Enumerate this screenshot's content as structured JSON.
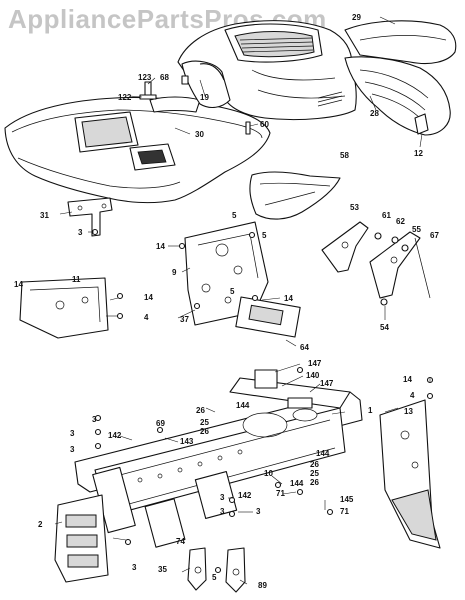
{
  "watermark": "AppliancePartsPros.com",
  "callouts": {
    "c29": "29",
    "c123": "123",
    "c68": "68",
    "c122": "122",
    "c19": "19",
    "c28": "28",
    "c30": "30",
    "c60": "60",
    "c12": "12",
    "c58": "58",
    "c31": "31",
    "c3a": "3",
    "c53": "53",
    "c61": "61",
    "c62": "62",
    "c55": "55",
    "c67": "67",
    "c5a": "5",
    "c5b": "5",
    "c14a": "14",
    "c9": "9",
    "c11": "11",
    "c14b": "14",
    "c14c": "14",
    "c4a": "4",
    "c37": "37",
    "c14d": "14",
    "c5c": "5",
    "c54": "54",
    "c64": "64",
    "c147a": "147",
    "c140": "140",
    "c147b": "147",
    "c14e": "14",
    "c4b": "4",
    "c144a": "144",
    "c26a": "26",
    "c25a": "25",
    "c26b": "26",
    "c1": "1",
    "c13": "13",
    "c3b": "3",
    "c3c": "3",
    "c69": "69",
    "c142a": "142",
    "c3d": "3",
    "c143": "143",
    "c144b": "144",
    "c26c": "26",
    "c25b": "25",
    "c26d": "26",
    "c10": "10",
    "c144c": "144",
    "c71a": "71",
    "c145": "145",
    "c71b": "71",
    "c3e": "3",
    "c142b": "142",
    "c3f": "3",
    "c3g": "3",
    "c74": "74",
    "c2": "2",
    "c3h": "3",
    "c35": "35",
    "c5d": "5",
    "c89": "89"
  }
}
